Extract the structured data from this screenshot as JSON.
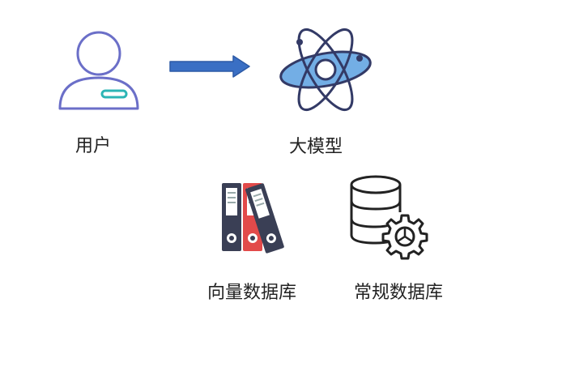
{
  "nodes": {
    "user": {
      "label": "用户",
      "icon": "user-icon",
      "color": "#6b6fc8",
      "badge_color": "#2cb5b5"
    },
    "llm": {
      "label": "大模型",
      "icon": "atom-icon",
      "fill": "#5aa0e0",
      "stroke": "#333a66"
    },
    "vector_db": {
      "label": "向量数据库",
      "icon": "binders-icon",
      "colors": [
        "#3a3f55",
        "#e24a4a",
        "#3a3f55"
      ]
    },
    "regular_db": {
      "label": "常规数据库",
      "icon": "database-gear-icon",
      "color": "#222222"
    }
  },
  "edges": [
    {
      "from": "user",
      "to": "llm",
      "icon": "arrow-right-icon",
      "color": "#3a6fc4"
    }
  ]
}
